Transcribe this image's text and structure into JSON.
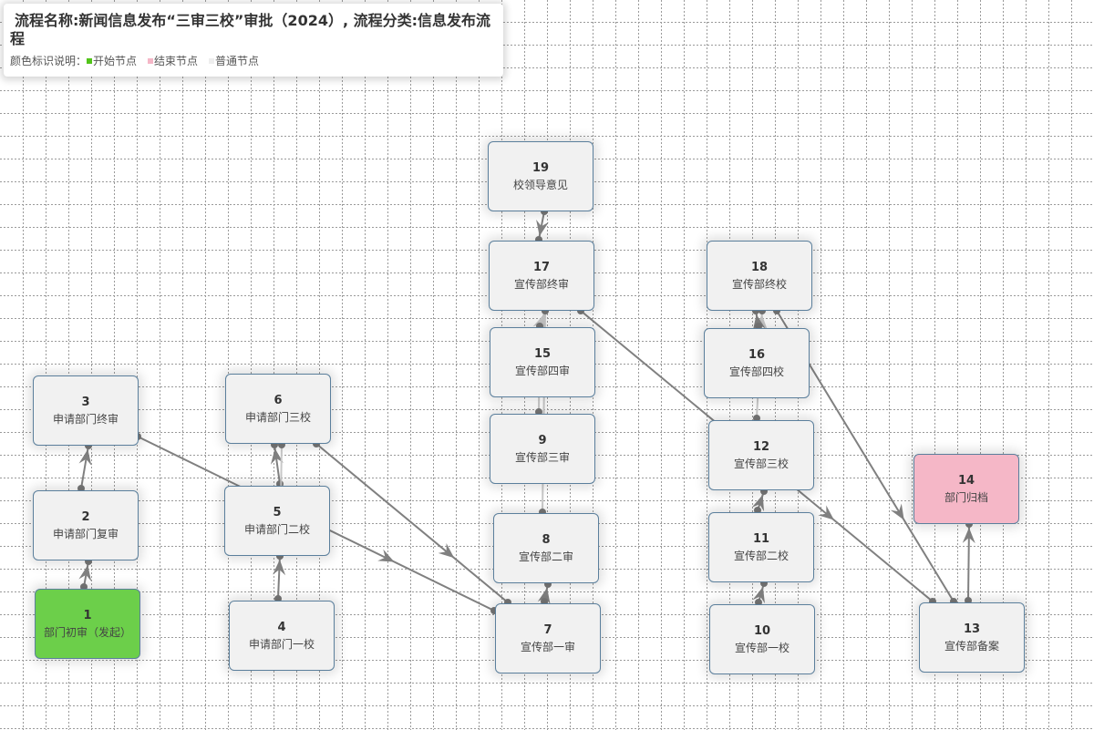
{
  "header": {
    "title": "流程名称:新闻信息发布“三审三校”审批（2024）, 流程分类:信息发布流程",
    "legend_label": "颜色标识说明：",
    "legend": [
      {
        "label": "开始节点",
        "color": "#52c41a",
        "type": "start"
      },
      {
        "label": "结束节点",
        "color": "#f5b7c7",
        "type": "end"
      },
      {
        "label": "普通节点",
        "color": "#eeeeee",
        "type": "normal"
      }
    ]
  },
  "colors": {
    "start_node": "#6ccf4a",
    "end_node": "#f5b7c7",
    "normal_node": "#f1f1f1",
    "node_border": "#5b7f9c",
    "edge": "#808080"
  },
  "nodes": [
    {
      "id": "1",
      "label": "部门初审（发起）",
      "type": "start"
    },
    {
      "id": "2",
      "label": "申请部门复审",
      "type": "normal"
    },
    {
      "id": "3",
      "label": "申请部门终审",
      "type": "normal"
    },
    {
      "id": "4",
      "label": "申请部门一校",
      "type": "normal"
    },
    {
      "id": "5",
      "label": "申请部门二校",
      "type": "normal"
    },
    {
      "id": "6",
      "label": "申请部门三校",
      "type": "normal"
    },
    {
      "id": "7",
      "label": "宣传部一审",
      "type": "normal"
    },
    {
      "id": "8",
      "label": "宣传部二审",
      "type": "normal"
    },
    {
      "id": "9",
      "label": "宣传部三审",
      "type": "normal"
    },
    {
      "id": "10",
      "label": "宣传部一校",
      "type": "normal"
    },
    {
      "id": "11",
      "label": "宣传部二校",
      "type": "normal"
    },
    {
      "id": "12",
      "label": "宣传部三校",
      "type": "normal"
    },
    {
      "id": "13",
      "label": "宣传部备案",
      "type": "normal"
    },
    {
      "id": "14",
      "label": "部门归档",
      "type": "end"
    },
    {
      "id": "15",
      "label": "宣传部四审",
      "type": "normal"
    },
    {
      "id": "16",
      "label": "宣传部四校",
      "type": "normal"
    },
    {
      "id": "17",
      "label": "宣传部终审",
      "type": "normal"
    },
    {
      "id": "18",
      "label": "宣传部终校",
      "type": "normal"
    },
    {
      "id": "19",
      "label": "校领导意见",
      "type": "normal"
    }
  ],
  "edges": [
    {
      "from": "1",
      "to": "2"
    },
    {
      "from": "2",
      "to": "3"
    },
    {
      "from": "3",
      "to": "7"
    },
    {
      "from": "4",
      "to": "5"
    },
    {
      "from": "5",
      "to": "6"
    },
    {
      "from": "6",
      "to": "5"
    },
    {
      "from": "6",
      "to": "7"
    },
    {
      "from": "7",
      "to": "8"
    },
    {
      "from": "8",
      "to": "17"
    },
    {
      "from": "9",
      "to": "15"
    },
    {
      "from": "15",
      "to": "17"
    },
    {
      "from": "19",
      "to": "17"
    },
    {
      "from": "17",
      "to": "13"
    },
    {
      "from": "10",
      "to": "11"
    },
    {
      "from": "11",
      "to": "12"
    },
    {
      "from": "12",
      "to": "18"
    },
    {
      "from": "16",
      "to": "18"
    },
    {
      "from": "18",
      "to": "13"
    },
    {
      "from": "13",
      "to": "14"
    }
  ]
}
